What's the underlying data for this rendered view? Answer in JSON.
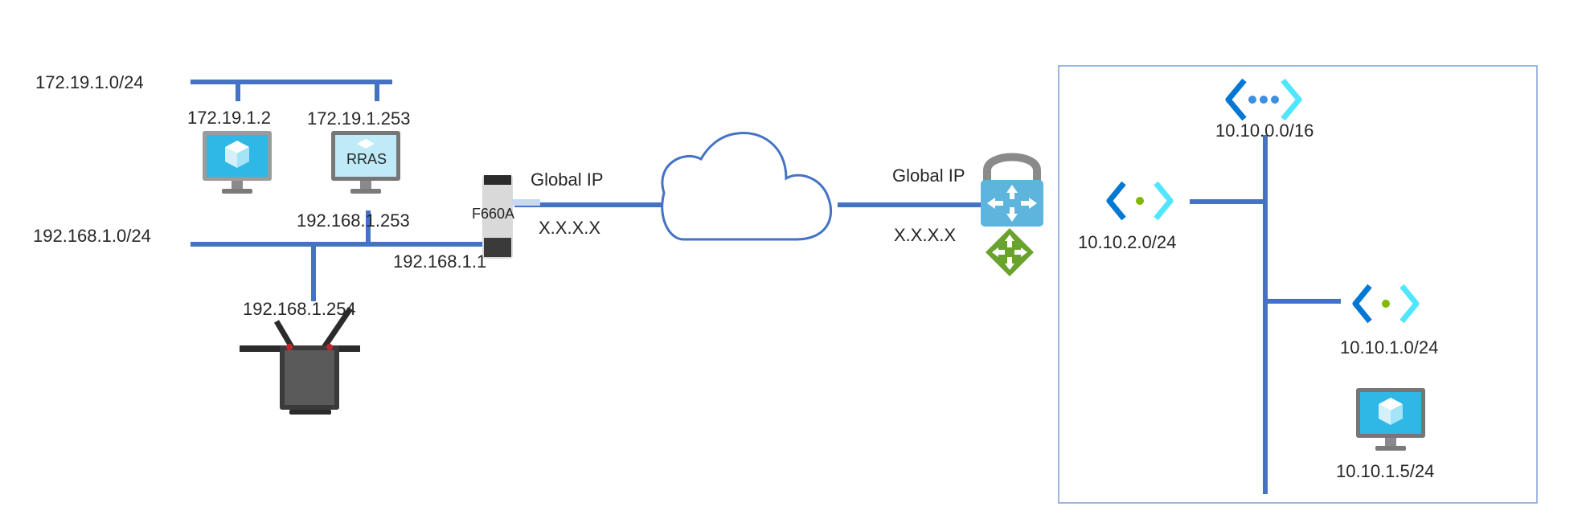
{
  "colors": {
    "link": "#4472C4",
    "azure_box": "#7F9ED6",
    "vnet_dark": "#0078D4",
    "vnet_light": "#50E6FF",
    "dot_green": "#7FBA00",
    "vm_screen": "#2FB8E6",
    "gateway_blue": "#5DB4DC",
    "route_green": "#6AA22E",
    "router_body": "#2A2A2A",
    "antenna_red": "#C0272D"
  },
  "onprem": {
    "subnet_172": "172.19.1.0/24",
    "subnet_192": "192.168.1.0/24",
    "vm_ip": "172.19.1.2",
    "rras_ip_172": "172.19.1.253",
    "rras_label": "RRAS",
    "rras_ip_192": "192.168.1.253",
    "wifi_router_ip": "192.168.1.254",
    "onu_ip": "192.168.1.1",
    "onu_label": "F660A",
    "global_ip_label": "Global IP",
    "global_ip_value": "X.X.X.X"
  },
  "azure": {
    "global_ip_label": "Global IP",
    "global_ip_value": "X.X.X.X",
    "vnet": "10.10.0.0/16",
    "subnet_2": "10.10.2.0/24",
    "subnet_1": "10.10.1.0/24",
    "vm_ip": "10.10.1.5/24"
  },
  "icons": {
    "vm": "virtual-machine-icon",
    "vnet": "virtual-network-icon",
    "gateway": "vpn-gateway-icon",
    "route": "route-table-icon",
    "cloud": "internet-cloud-icon",
    "onu": "onu-router-icon",
    "wifi": "wifi-router-icon"
  }
}
